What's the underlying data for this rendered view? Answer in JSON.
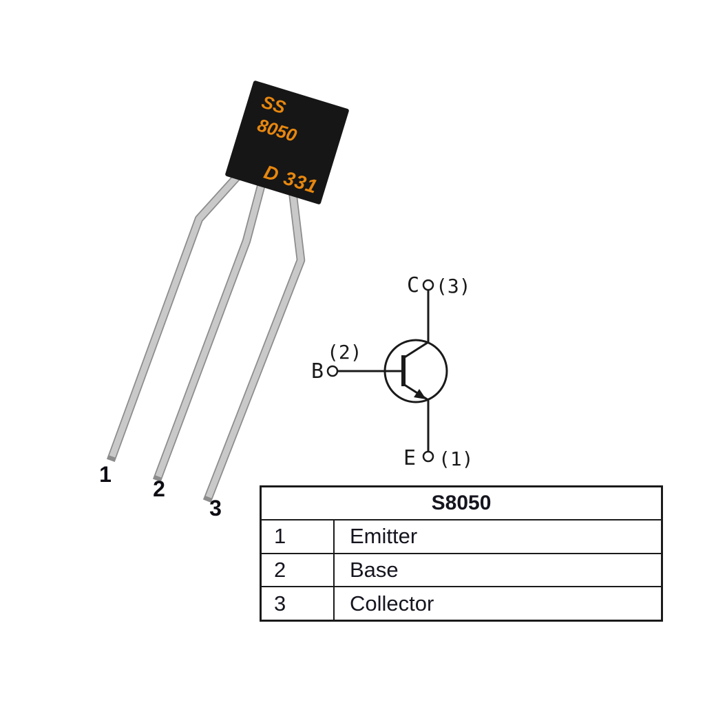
{
  "illustration": {
    "marking_line1": "SS",
    "marking_line2": "8050",
    "marking_line3": "D 331",
    "leg_labels": [
      "1",
      "2",
      "3"
    ]
  },
  "schematic": {
    "collector_letter": "C",
    "collector_pin": "(3)",
    "base_letter": "B",
    "base_pin": "(2)",
    "emitter_letter": "E",
    "emitter_pin": "(1)"
  },
  "pinout_table": {
    "header": "S8050",
    "rows": [
      {
        "pin": "1",
        "function": "Emitter"
      },
      {
        "pin": "2",
        "function": "Base"
      },
      {
        "pin": "3",
        "function": "Collector"
      }
    ]
  },
  "colors": {
    "marking_orange": "#E8870E",
    "body_black": "#161616",
    "leg_fill": "#C9C9C9",
    "leg_edge": "#8C8C8C",
    "line_color": "#1A1A1A"
  }
}
